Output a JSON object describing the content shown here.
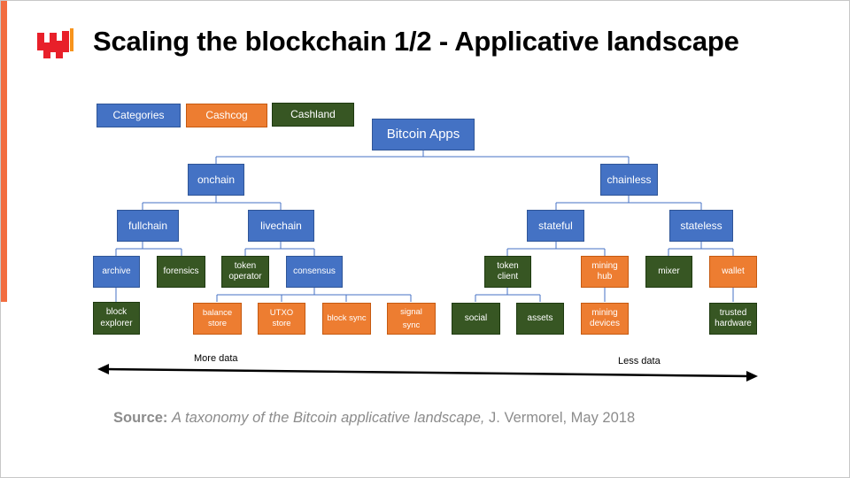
{
  "title": "Scaling the blockchain 1/2 - Applicative landscape",
  "legend": {
    "categories": "Categories",
    "cashcog": "Cashcog",
    "cashland": "Cashland"
  },
  "tree": {
    "root": "Bitcoin Apps",
    "onchain": "onchain",
    "chainless": "chainless",
    "fullchain": "fullchain",
    "livechain": "livechain",
    "stateful": "stateful",
    "stateless": "stateless",
    "archive": "archive",
    "forensics": "forensics",
    "token_operator_1": "token",
    "token_operator_2": "operator",
    "consensus": "consensus",
    "token_client_1": "token",
    "token_client_2": "client",
    "mining_hub_1": "mining",
    "mining_hub_2": "hub",
    "mixer": "mixer",
    "wallet": "wallet",
    "block_explorer_1": "block",
    "block_explorer_2": "explorer",
    "balance_store_1": "balance",
    "balance_store_2": "store",
    "utxo_store_1": "UTXO",
    "utxo_store_2": "store",
    "block_sync": "block sync",
    "signal_sync_1": "signal",
    "signal_sync_2": "sync",
    "social": "social",
    "assets": "assets",
    "mining_devices_1": "mining",
    "mining_devices_2": "devices",
    "trusted_hardware_1": "trusted",
    "trusted_hardware_2": "hardware"
  },
  "axis": {
    "left_label": "More data",
    "right_label": "Less data"
  },
  "source": {
    "prefix": "Source:",
    "work": "A taxonomy of the Bitcoin applicative landscape,",
    "rest": " J. Vermorel, May 2018"
  },
  "colors": {
    "category_blue": "#4472c4",
    "cashcog_orange": "#ed7d31",
    "cashland_green": "#375623",
    "accent": "#f26d40",
    "logo_red": "#e8202a",
    "logo_orange": "#f7941d"
  },
  "icons": {
    "logo": "lokad-logo-icon",
    "arrow": "double-headed-arrow-icon"
  }
}
